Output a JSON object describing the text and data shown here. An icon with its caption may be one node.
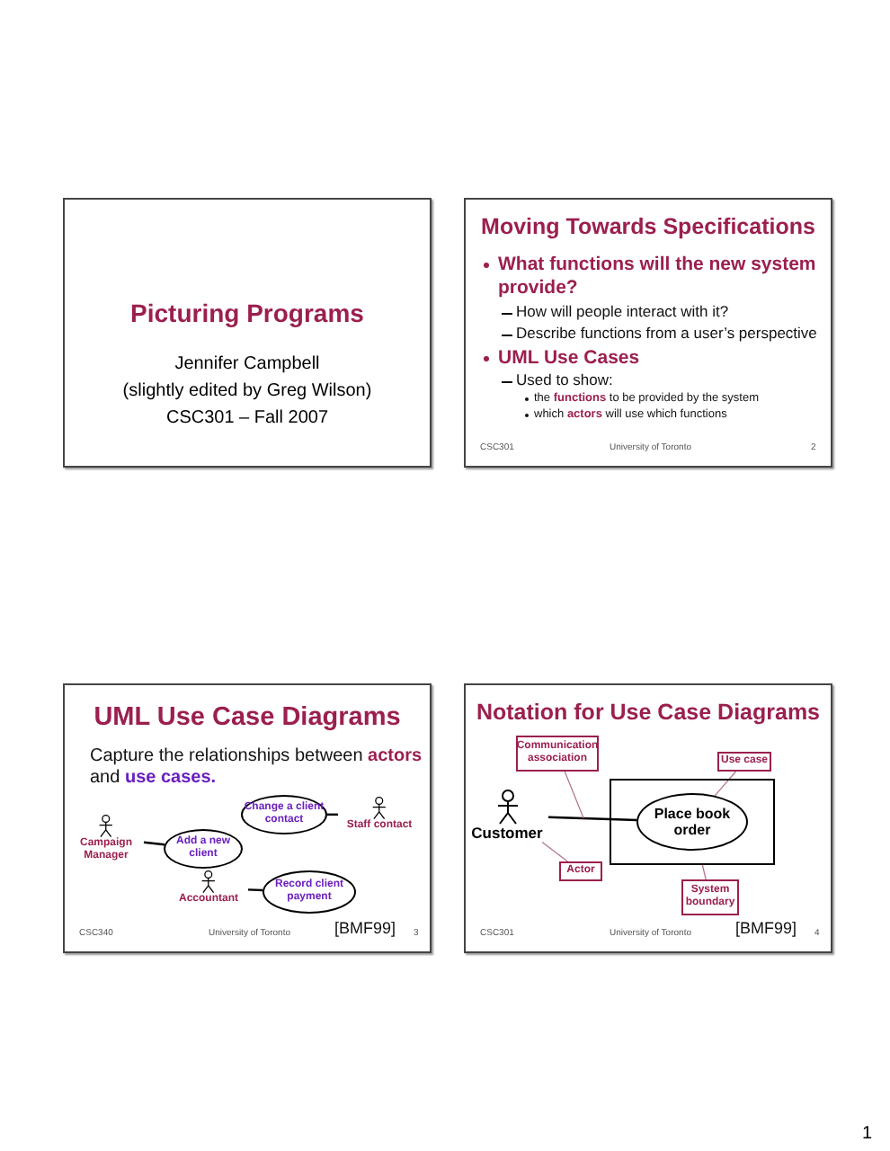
{
  "diagram": {
    "nodes": [
      {
        "text": [
          "Picturing Programs",
          "Jennifer Campbell",
          "(slightly edited by Greg Wilson)",
          "CSC301 – Fall 2007"
        ]
      },
      {
        "text": [
          "Moving Towards Specifications",
          "What functions will the new system provide?",
          "How will people interact with it?",
          "Describe functions from a user’s perspective",
          "UML Use Cases",
          "Used to show:",
          "the **functions** to be provided by the system",
          "which **actors** will use which functions",
          "CSC301",
          "University of Toronto",
          "2"
        ]
      },
      {
        "text": [
          "UML Use Case Diagrams",
          "Capture the relationships between **actors** and **use cases.**",
          "CSC340",
          "University of Toronto",
          "[BMF99]",
          "3"
        ]
      },
      {
        "text": [
          "Campaign Manager"
        ],
        "in": 2
      },
      {
        "text": [
          "Add a new client"
        ],
        "in": 2
      },
      {
        "text": [
          "Change a client contact"
        ],
        "in": 2
      },
      {
        "text": [
          "Staff contact"
        ],
        "in": 2
      },
      {
        "text": [
          "Accountant"
        ],
        "in": 2
      },
      {
        "text": [
          "Record client payment"
        ],
        "in": 2
      },
      {
        "text": [
          "Notation for Use Case Diagrams",
          "CSC301",
          "University of Toronto",
          "[BMF99]",
          "4"
        ]
      },
      {
        "text": [
          "Communication association"
        ],
        "in": 9
      },
      {
        "text": [
          "Use case"
        ],
        "in": 9
      },
      {
        "text": [
          "Customer"
        ],
        "in": 9
      },
      {
        "text": [
          "Actor"
        ],
        "in": 9
      },
      {
        "text": [],
        "shape": "box",
        "in": 9
      },
      {
        "text": [
          "Place book order"
        ],
        "in": 14
      },
      {
        "text": [
          "System boundary"
        ],
        "in": 9
      }
    ],
    "edges": [
      {
        "from": 3,
        "to": 4,
        "arrow": "none"
      },
      {
        "from": 5,
        "to": 6,
        "arrow": "none"
      },
      {
        "from": 7,
        "to": 8,
        "arrow": "none"
      },
      {
        "from": 12,
        "to": 15,
        "arrow": "none"
      },
      {
        "from": 10,
        "to": null,
        "arrow": "none",
        "color": "#b07090"
      },
      {
        "from": 11,
        "to": 15,
        "arrow": "none",
        "color": "#b07090"
      },
      {
        "from": 13,
        "to": 12,
        "arrow": "none",
        "color": "#b07090"
      },
      {
        "from": 16,
        "to": 14,
        "arrow": "none",
        "color": "#b07090"
      }
    ],
    "labels": [
      "1"
    ]
  }
}
